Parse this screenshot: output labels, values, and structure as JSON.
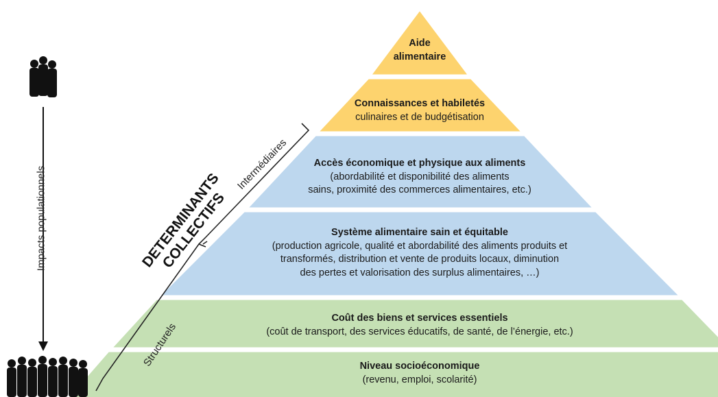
{
  "colors": {
    "top_tiers": "#fdd36e",
    "middle_tiers": "#bdd7ee",
    "bottom_tiers": "#c5e0b4",
    "divider": "#ffffff",
    "people": "#111111"
  },
  "tiers": [
    {
      "title": "Aide",
      "desc": "alimentaire"
    },
    {
      "title": "Connaissances et habiletés",
      "desc": "culinaires et de budgétisation"
    },
    {
      "title": "Accès économique et physique aux aliments",
      "desc": "(abordabilité et disponibilité des aliments",
      "desc2": "sains, proximité des commerces alimentaires, etc.)"
    },
    {
      "title": "Système alimentaire sain et équitable",
      "desc": "(production agricole, qualité et abordabilité des aliments produits et",
      "desc2": "transformés, distribution et vente de produits locaux, diminution",
      "desc3": "des pertes et valorisation des surplus alimentaires, …)"
    },
    {
      "title": "Coût des biens et services essentiels",
      "desc": "(coût de transport, des services éducatifs, de santé, de l’énergie, etc.)"
    },
    {
      "title": "Niveau socioéconomique",
      "desc": "(revenu, emploi, scolarité)"
    }
  ],
  "tier0_line2": "alimentaire",
  "labels": {
    "impacts": "Impacts populationnels",
    "intermediaires": "Intermédiaires",
    "structurels": "Structurels",
    "determinants_line1": "DETERMINANTS",
    "determinants_line2": "COLLECTIFS"
  },
  "icons": {
    "small_group": "people-group-small-icon",
    "large_group": "people-group-large-icon"
  }
}
